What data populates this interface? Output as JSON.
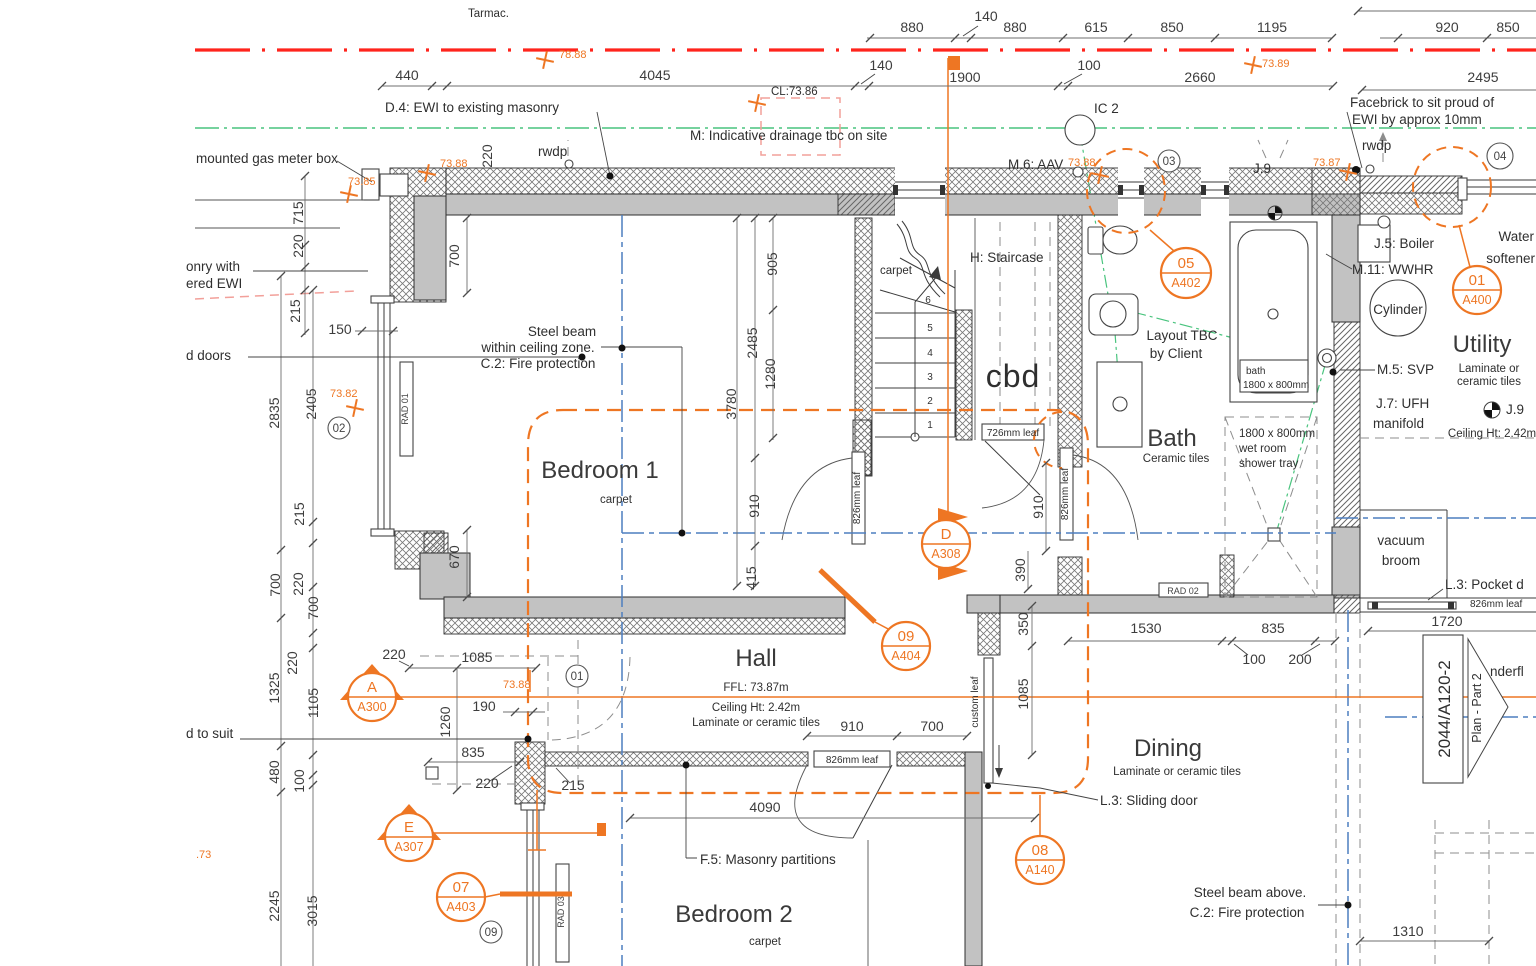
{
  "site": {
    "tarmac": "Tarmac."
  },
  "levels": {
    "l7888": "78.88",
    "l7389": "73.89",
    "l7388": "73.88",
    "l7385": "73.85",
    "l7382": "73.82",
    "l7387": "73.87",
    "cl": "CL:73.86",
    "lcut": ".73"
  },
  "notes": {
    "d4": "D.4: EWI to existing masonry",
    "drainage": "M: Indicative drainage tbc on site",
    "facebrick1": "Facebrick to sit proud of",
    "facebrick2": "EWI by approx 10mm",
    "gas": "mounted gas meter box",
    "masonry1": "onry with",
    "masonry2": "ered EWI",
    "doors": "d doors",
    "tosuit": "d to suit",
    "steel1a": "Steel beam",
    "steel1b": "within ceiling zone.",
    "steel1c": "C.2: Fire protection",
    "steel2a": "Steel beam above.",
    "steel2b": "C.2: Fire protection",
    "f5": "F.5: Masonry partitions",
    "l3slide": "L.3: Sliding door",
    "l3pocket": "L.3: Pocket d",
    "m6": "M.6: AAV",
    "ic2": "IC 2",
    "j9": "J.9",
    "j5": "J.5: Boiler",
    "m11": "M.11: WWHR",
    "cylinder": "Cylinder",
    "m5": "M.5: SVP",
    "j7a": "J.7: UFH",
    "j7b": "manifold",
    "water1": "Water",
    "water2": "softener",
    "layout1": "Layout TBC",
    "layout2": "by Client",
    "rwdp": "rwdp",
    "underfl": "nderfl"
  },
  "rooms": {
    "bedroom1": {
      "name": "Bedroom 1",
      "finish": "carpet"
    },
    "bedroom2": {
      "name": "Bedroom 2",
      "finish": "carpet"
    },
    "hall": {
      "name": "Hall",
      "ffl": "FFL: 73.87m",
      "ceiling": "Ceiling Ht: 2.42m",
      "finish": "Laminate or ceramic tiles"
    },
    "bath": {
      "name": "Bath",
      "finish": "Ceramic tiles"
    },
    "dining": {
      "name": "Dining",
      "finish": "Laminate or ceramic tiles"
    },
    "utility": {
      "name": "Utility",
      "finish1": "Laminate or",
      "finish2": "ceramic tiles",
      "ceiling": "Ceiling Ht: 2.42m"
    },
    "stair": {
      "name": "H: Staircase",
      "finish": "carpet",
      "treads": [
        "6",
        "5",
        "4",
        "3",
        "2",
        "1"
      ]
    },
    "cbd": {
      "name": "cbd"
    },
    "store": {
      "name1": "vacuum",
      "name2": "broom"
    }
  },
  "fixtures": {
    "bath_label1": "bath",
    "bath_label2": "1800 x 800mm",
    "shower1": "1800 x 800mm",
    "shower2": "wet room",
    "shower3": "shower tray",
    "rad01": "RAD 01",
    "rad02": "RAD 02",
    "rad03": "RAD 03"
  },
  "doors": {
    "leaf726": "726mm leaf",
    "leaf826": "826mm leaf",
    "custom": "custom leaf"
  },
  "dims": {
    "top_row_outer": [
      "880",
      "140",
      "880",
      "615",
      "850",
      "1195",
      "920",
      "850"
    ],
    "top_row_inner": [
      "440",
      "4045",
      "140",
      "1900",
      "100",
      "2660",
      "2495"
    ],
    "left_outer": [
      "2835",
      "700",
      "1325",
      "480",
      "2245"
    ],
    "left_inner": [
      "715",
      "220",
      "215",
      "2405",
      "215",
      "220",
      "700",
      "220",
      "1105",
      "100",
      "3015"
    ],
    "wall_220": "220",
    "bedroom1": [
      "700",
      "670",
      "150"
    ],
    "stair": [
      "905",
      "2485",
      "1280",
      "3780",
      "910",
      "415"
    ],
    "hall": [
      "910",
      "700",
      "4090",
      "1085",
      "190",
      "1260",
      "835",
      "220",
      "220",
      "215"
    ],
    "bath_door": [
      "910",
      "390"
    ],
    "dining": [
      "1530",
      "835",
      "100",
      "200",
      "350",
      "1085"
    ],
    "utility": [
      "1720",
      "1310"
    ]
  },
  "markers": {
    "a300": {
      "num": "A",
      "sheet": "A300"
    },
    "a307": {
      "num": "E",
      "sheet": "A307"
    },
    "a308": {
      "num": "D",
      "sheet": "A308"
    },
    "a402": {
      "num": "05",
      "sheet": "A402"
    },
    "a400": {
      "num": "01",
      "sheet": "A400"
    },
    "a404": {
      "num": "09",
      "sheet": "A404"
    },
    "a403": {
      "num": "07",
      "sheet": "A403"
    },
    "a140": {
      "num": "08",
      "sheet": "A140"
    }
  },
  "ref_circles": {
    "c01": "01",
    "c02": "02",
    "c03": "03",
    "c04": "04",
    "c09": "09"
  },
  "titleblock": {
    "sheet": "2044/A120-2",
    "plan": "Plan - Part 2"
  }
}
